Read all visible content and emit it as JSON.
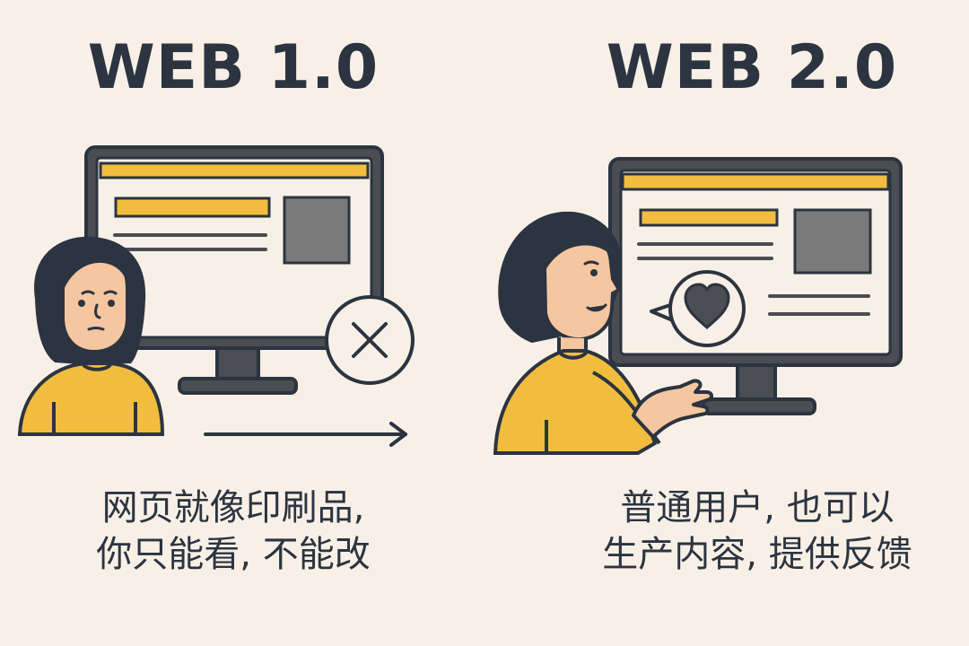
{
  "left": {
    "title": "WEB 1.0",
    "caption_lines": [
      "网页就像印刷品,",
      "你只能看, 不能改"
    ],
    "icons": {
      "status": "close-icon",
      "direction": "arrow-right-icon"
    }
  },
  "right": {
    "title": "WEB 2.0",
    "caption_lines": [
      "普通用户, 也可以",
      "生产内容, 提供反馈"
    ],
    "icons": {
      "feedback": "heart-icon"
    }
  },
  "colors": {
    "background": "#f8f0e6",
    "ink": "#2b3440",
    "accent_yellow": "#f2bd3e",
    "monitor_dark": "#4a4d52",
    "screen_light": "#f7f0e6",
    "placeholder_gray": "#7a7a7a",
    "skin": "#f5c6a0"
  }
}
